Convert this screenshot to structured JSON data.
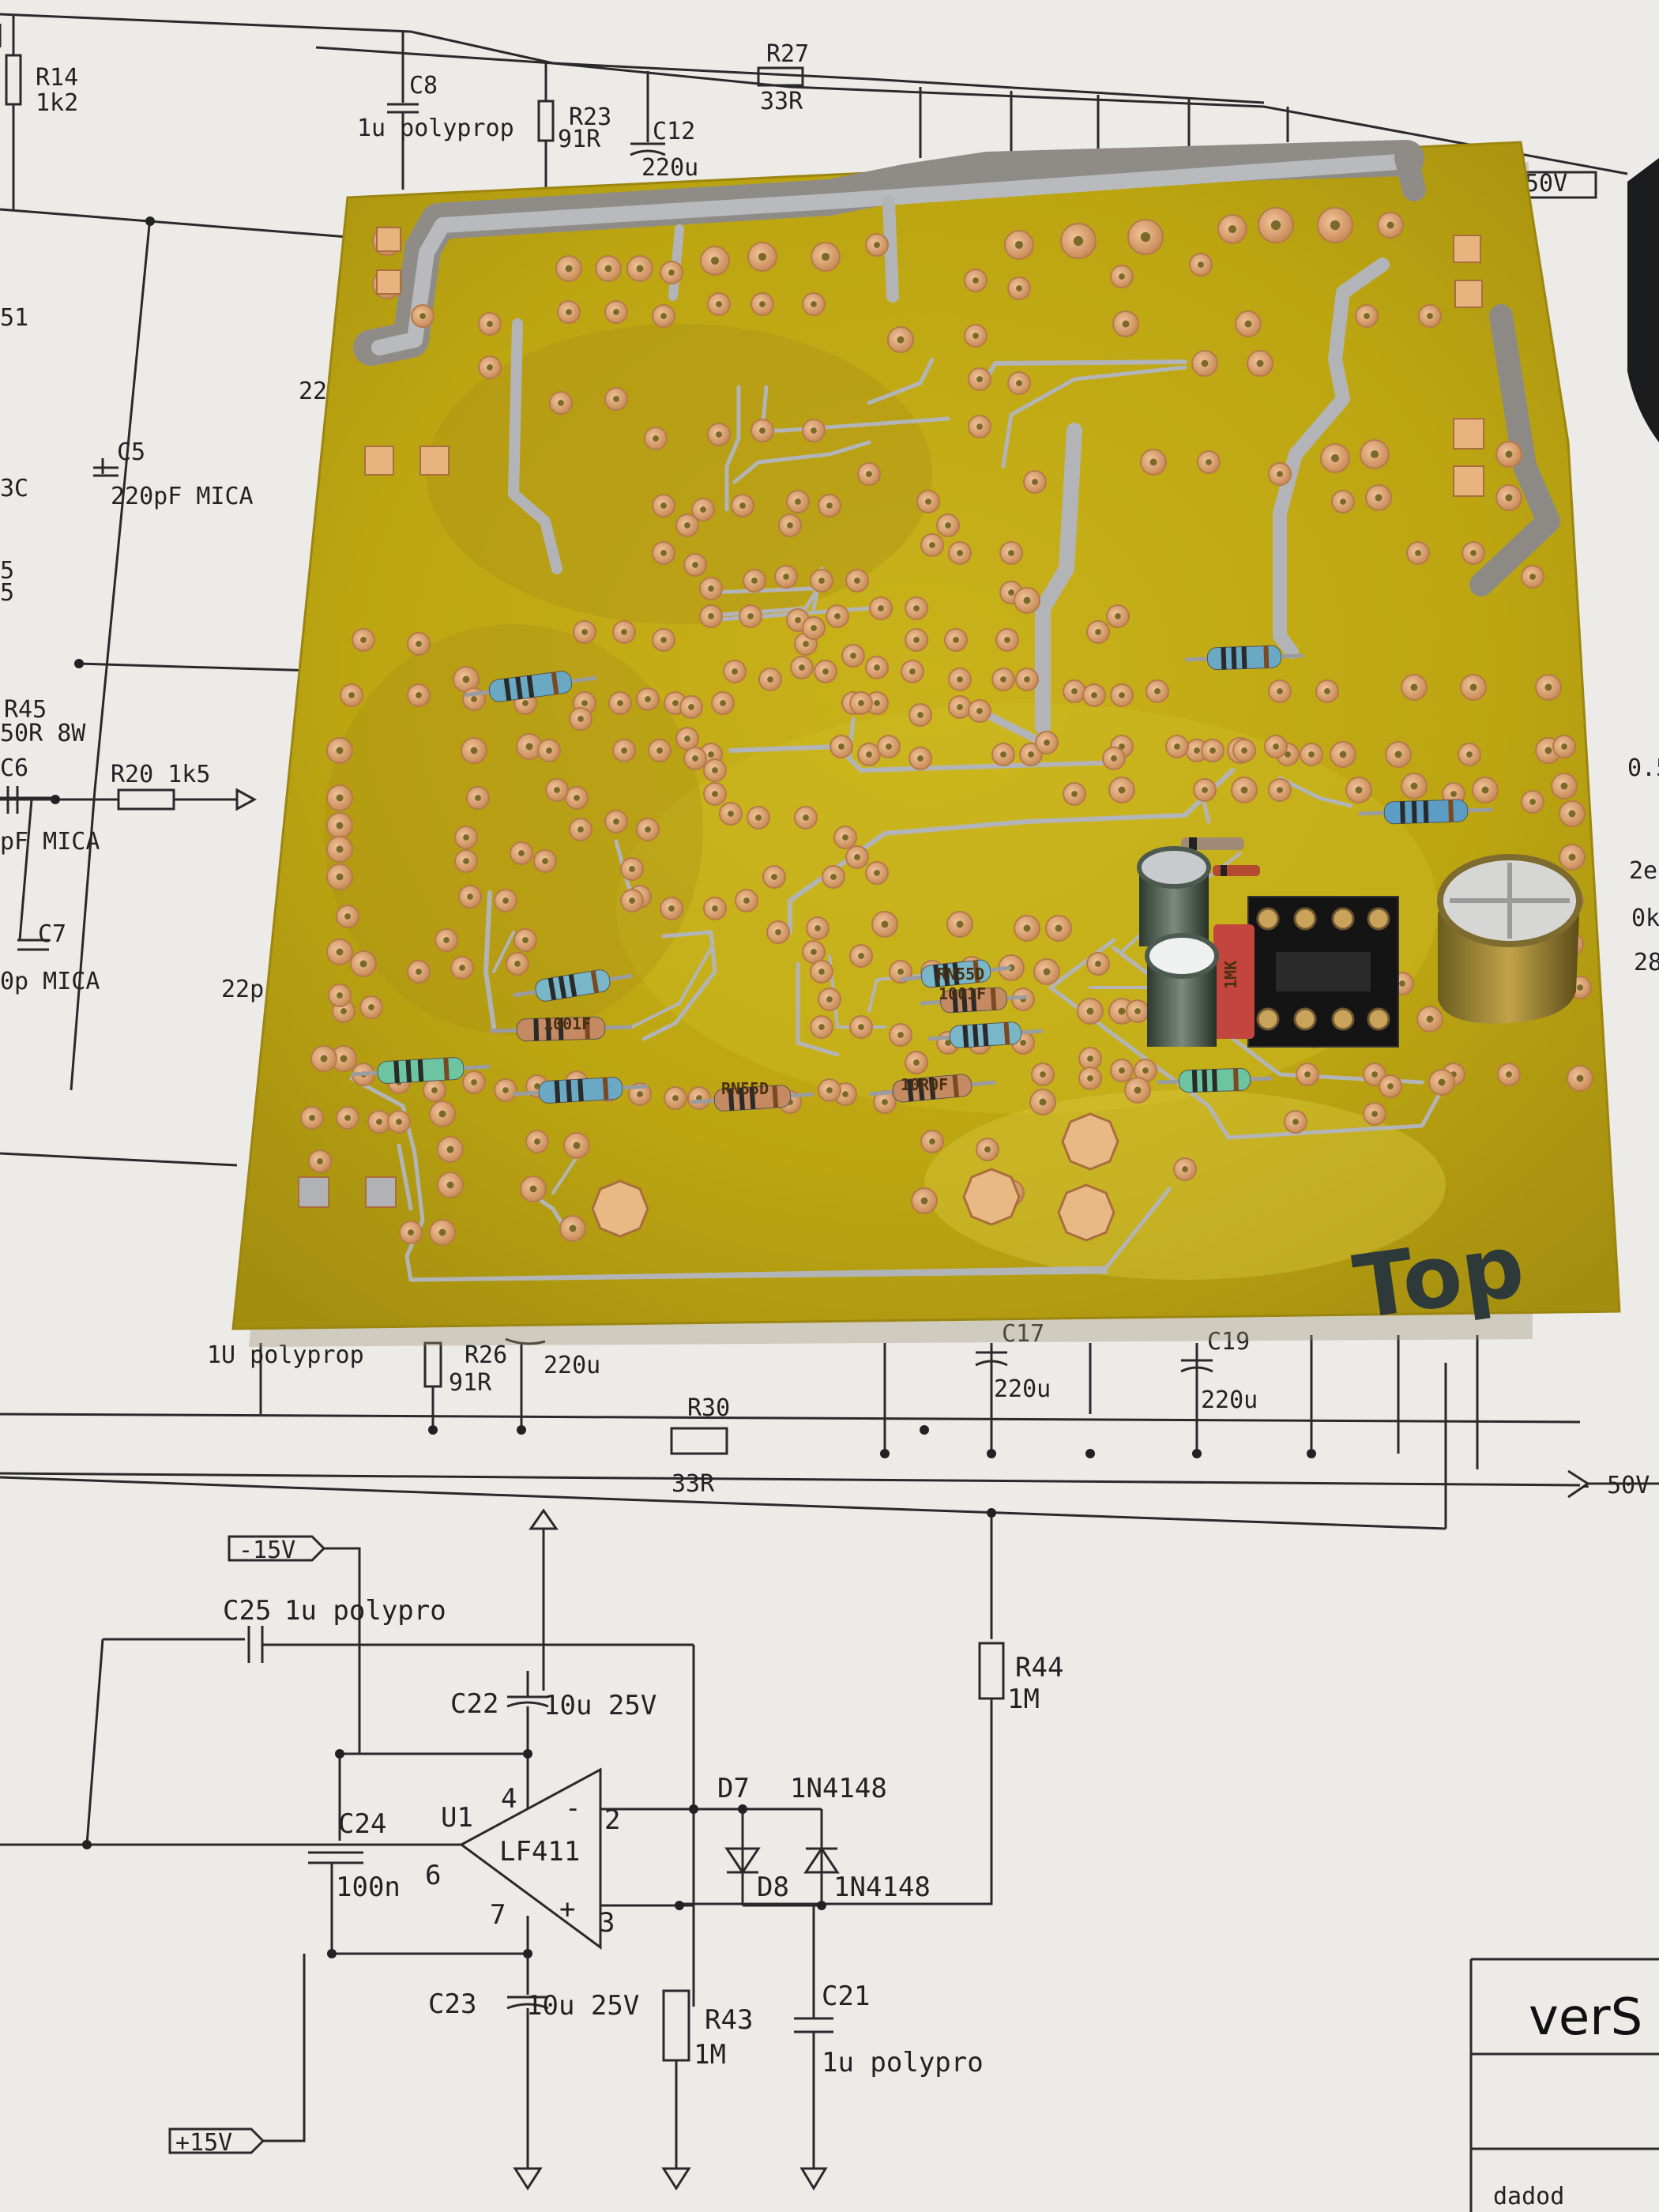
{
  "schematic": {
    "labels": {
      "r14": "R14",
      "r14v": "1k2",
      "c8": "C8",
      "c8v": "1u polyprop",
      "r23": "R23",
      "r23v": "91R",
      "c12": "C12",
      "c12v": "220u",
      "r27": "R27",
      "r27v": "33R",
      "v50top": "50V",
      "c5": "C5",
      "c5v": "220pF MICA",
      "r45": "R45",
      "r45v": "50R 8W",
      "c6": "C6",
      "c6v": "pF MICA",
      "r20": "R20 1k5",
      "c7": "C7",
      "c7v": "0p MICA",
      "p22a": "22",
      "p22b": "22p",
      "e51": "51",
      "e3c": "3C",
      "e5a": "5",
      "e5b": "5",
      "r05": "0.5",
      "e2e": "2e",
      "e0k": "0k",
      "e28": "28",
      "c1polyprop": "1U polyprop",
      "r26": "R26",
      "r26v": "91R",
      "c220a": "220u",
      "c17": "C17",
      "c17v": "220u",
      "c19": "C19",
      "c19v": "220u",
      "r30": "R30",
      "r30v": "33R",
      "m50v": "- 50V",
      "m15v": "-15V",
      "p15v": "+15V",
      "c25": "C25",
      "c25v": "1u polypro",
      "c22": "C22",
      "c22v": "10u 25V",
      "c23": "C23",
      "c23v": "10u 25V",
      "c24": "C24",
      "c24v": "100n",
      "u1": "U1",
      "u1v": "LF411",
      "pin4": "4",
      "pin2": "2",
      "pin3": "3",
      "pin6": "6",
      "pin7": "7",
      "minus": "-",
      "plus": "+",
      "d7": "D7",
      "d7v": "1N4148",
      "d8": "D8",
      "d8v": "1N4148",
      "r44": "R44",
      "r44v": "1M",
      "r43": "R43",
      "r43v": "1M",
      "c21": "C21",
      "c21v": "1u polypro",
      "title": "verS",
      "footer": "dadod"
    }
  },
  "board": {
    "silk_top": "Top",
    "resistor_codes": {
      "a": "1001F",
      "b": "RN55D",
      "c": "1001F",
      "d": "RN55D",
      "e": "10R0F"
    },
    "cap_code": "1MK"
  },
  "colors": {
    "paper": "#eeeeec",
    "ink": "#222222",
    "board": "#c8b417",
    "board_dark": "#a78e12",
    "pad": "#d9a070",
    "solder": "#a7a8aa"
  }
}
